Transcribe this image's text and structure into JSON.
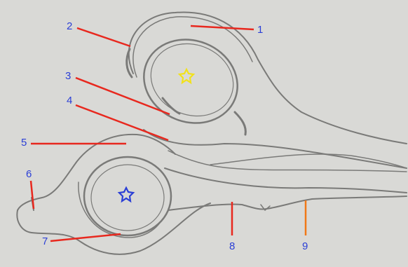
{
  "figure": {
    "labels": [
      {
        "id": "1",
        "text": "1"
      },
      {
        "id": "2",
        "text": "2"
      },
      {
        "id": "3",
        "text": "3"
      },
      {
        "id": "4",
        "text": "4"
      },
      {
        "id": "5",
        "text": "5"
      },
      {
        "id": "6",
        "text": "6"
      },
      {
        "id": "7",
        "text": "7"
      },
      {
        "id": "8",
        "text": "8"
      },
      {
        "id": "9",
        "text": "9"
      }
    ],
    "colors": {
      "paper": "#d9d9d6",
      "pencil": "#7a7a78",
      "leader_red": "#e8281e",
      "leader_orange": "#f07818",
      "label_blue": "#2b3fd6",
      "star_yellow": "#f2e21a",
      "star_blue": "#2b3fd6"
    },
    "markers": [
      {
        "name": "upper-handle-star",
        "icon": "star-outline",
        "color": "#f2e21a"
      },
      {
        "name": "lower-handle-star",
        "icon": "star-outline",
        "color": "#2b3fd6"
      }
    ]
  }
}
